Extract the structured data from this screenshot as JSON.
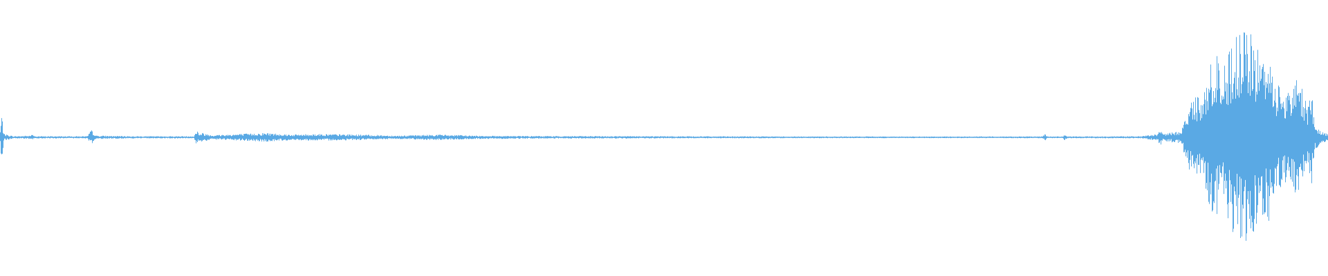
{
  "chart_data": {
    "type": "waveform",
    "title": "",
    "xlabel": "",
    "ylabel": "",
    "axes_visible": false,
    "grid": false,
    "legend": "none",
    "y_range": [
      -1,
      1
    ],
    "x_range": [
      0,
      1
    ],
    "color": "#5aa9e4",
    "background": "#ffffff",
    "amplitude_envelope": [
      [
        0.0,
        0.06
      ],
      [
        0.001,
        0.22
      ],
      [
        0.002,
        0.1
      ],
      [
        0.003,
        0.03
      ],
      [
        0.01,
        0.01
      ],
      [
        0.022,
        0.015
      ],
      [
        0.024,
        0.025
      ],
      [
        0.026,
        0.01
      ],
      [
        0.05,
        0.01
      ],
      [
        0.066,
        0.01
      ],
      [
        0.068,
        0.07
      ],
      [
        0.07,
        0.05
      ],
      [
        0.072,
        0.015
      ],
      [
        0.1,
        0.01
      ],
      [
        0.146,
        0.01
      ],
      [
        0.148,
        0.07
      ],
      [
        0.15,
        0.03
      ],
      [
        0.152,
        0.04
      ],
      [
        0.16,
        0.02
      ],
      [
        0.18,
        0.03
      ],
      [
        0.2,
        0.04
      ],
      [
        0.22,
        0.025
      ],
      [
        0.24,
        0.03
      ],
      [
        0.27,
        0.025
      ],
      [
        0.3,
        0.015
      ],
      [
        0.33,
        0.025
      ],
      [
        0.36,
        0.015
      ],
      [
        0.4,
        0.012
      ],
      [
        0.5,
        0.01
      ],
      [
        0.6,
        0.008
      ],
      [
        0.7,
        0.007
      ],
      [
        0.785,
        0.008
      ],
      [
        0.787,
        0.03
      ],
      [
        0.789,
        0.008
      ],
      [
        0.8,
        0.008
      ],
      [
        0.802,
        0.025
      ],
      [
        0.804,
        0.008
      ],
      [
        0.86,
        0.01
      ],
      [
        0.872,
        0.03
      ],
      [
        0.874,
        0.08
      ],
      [
        0.876,
        0.03
      ],
      [
        0.89,
        0.06
      ],
      [
        0.895,
        0.3
      ],
      [
        0.9,
        0.4
      ],
      [
        0.905,
        0.3
      ],
      [
        0.91,
        0.55
      ],
      [
        0.915,
        0.8
      ],
      [
        0.92,
        0.55
      ],
      [
        0.925,
        0.75
      ],
      [
        0.93,
        0.9
      ],
      [
        0.935,
        0.92
      ],
      [
        0.94,
        0.95
      ],
      [
        0.945,
        0.85
      ],
      [
        0.95,
        0.7
      ],
      [
        0.955,
        0.8
      ],
      [
        0.96,
        0.55
      ],
      [
        0.965,
        0.45
      ],
      [
        0.97,
        0.4
      ],
      [
        0.975,
        0.55
      ],
      [
        0.98,
        0.45
      ],
      [
        0.985,
        0.3
      ],
      [
        0.988,
        0.45
      ],
      [
        0.99,
        0.12
      ],
      [
        0.993,
        0.08
      ],
      [
        0.996,
        0.05
      ],
      [
        1.0,
        0.03
      ]
    ]
  }
}
